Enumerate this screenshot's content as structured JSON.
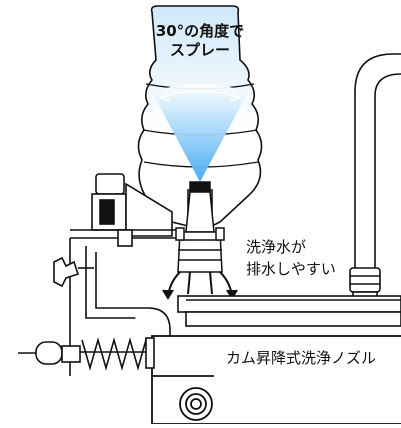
{
  "bottle_label": {
    "line1": "30°の角度で",
    "line2": "スプレー"
  },
  "drain_label": {
    "line1": "洗浄水が",
    "line2": "排水しやすい"
  },
  "nozzle_label": "カム昇降式洗浄ノズル",
  "colors": {
    "line": "#111111",
    "spray_top": "#ffffff",
    "spray_bottom": "#3fa9f5",
    "background": "#ffffff"
  },
  "spray_angle": "30°"
}
